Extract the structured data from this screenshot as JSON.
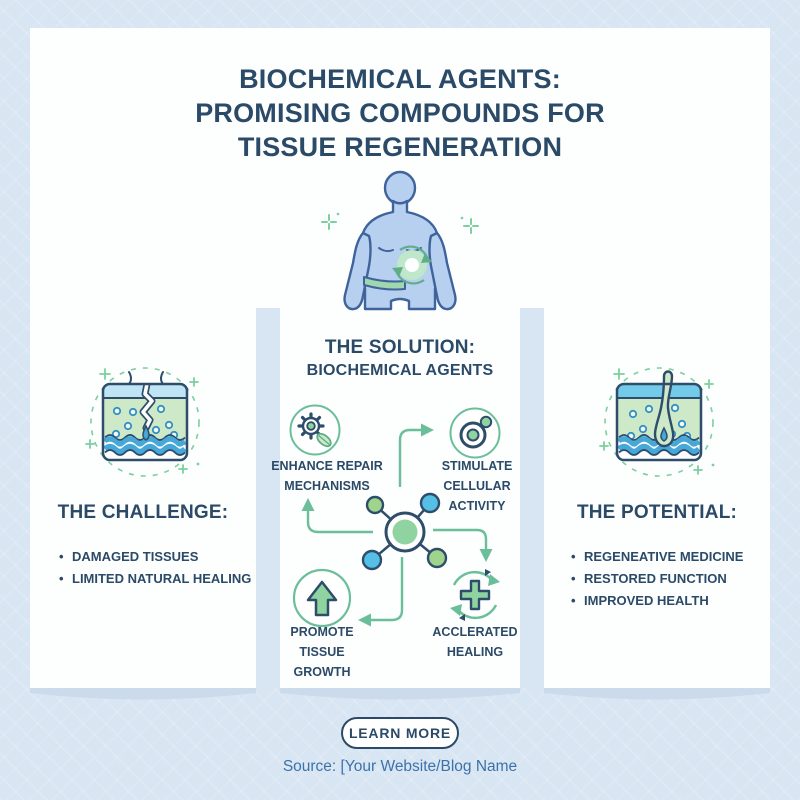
{
  "title": {
    "lines": [
      "BIOCHEMICAL AGENTS:",
      "PROMISING COMPOUNDS FOR",
      "TISSUE REGENERATION"
    ]
  },
  "challenge": {
    "heading": "THE CHALLENGE:",
    "items": [
      "DAMAGED TISSUES",
      "LIMITED NATURAL HEALING"
    ]
  },
  "solution": {
    "heading": "THE SOLUTION:",
    "subheading": "BIOCHEMICAL AGENTS",
    "benefits": [
      {
        "label": "ENHANCE REPAIR MECHANISMS",
        "icon": "gear-leaf-icon"
      },
      {
        "label": "STIMULATE CELLULAR ACTIVITY",
        "icon": "cell-icon"
      },
      {
        "label": "PROMOTE TISSUE GROWTH",
        "icon": "growth-arrow-icon"
      },
      {
        "label": "ACCLERATED HEALING",
        "icon": "healing-cross-icon"
      }
    ]
  },
  "potential": {
    "heading": "THE POTENTIAL:",
    "items": [
      "REGENEATIVE MEDICINE",
      "RESTORED FUNCTION",
      "IMPROVED HEALTH"
    ]
  },
  "footer": {
    "button_label": "LEARN MORE",
    "source_text": "Source: [Your Website/Blog Name"
  },
  "colors": {
    "background": "#d8e5f2",
    "card": "#fdfefe",
    "heading_navy": "#2b4a68",
    "outline_navy": "#2e4d6b",
    "accent_green": "#6abf9a",
    "fill_green": "#8fd3a0",
    "pale_green": "#cde9c8",
    "accent_blue": "#56bfe6",
    "water_blue": "#45a8d8",
    "body_blue": "#b7d0ef",
    "source_blue": "#3c72ab"
  }
}
